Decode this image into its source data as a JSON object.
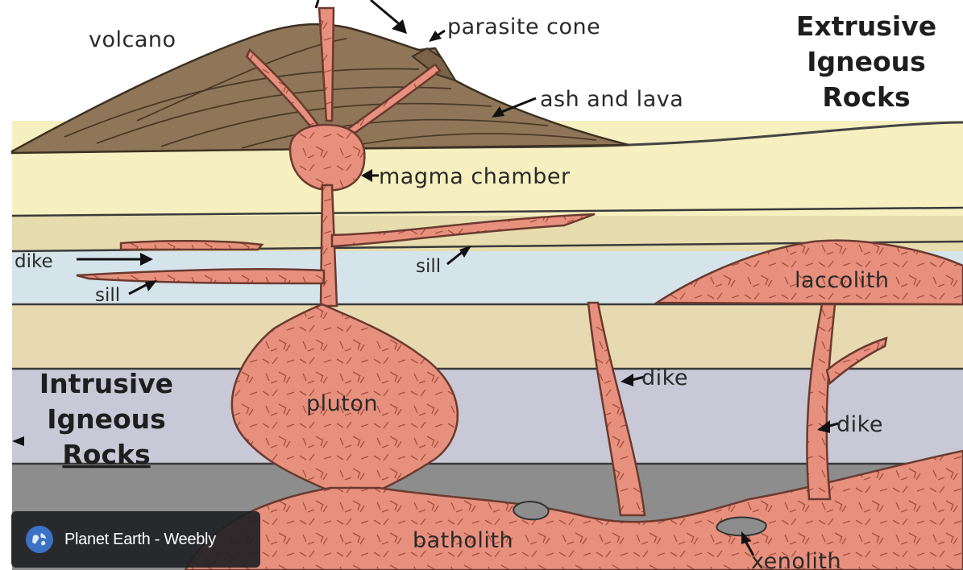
{
  "diagram": {
    "labels": {
      "volcano": "volcano",
      "parasite_cone": "parasite cone",
      "ash_and_lava": "ash and lava",
      "magma_chamber": "magma chamber",
      "dike_left": "dike",
      "sill_left": "sill",
      "sill_center": "sill",
      "laccolith": "laccolith",
      "dike_center": "dike",
      "dike_right": "dike",
      "pluton": "pluton",
      "batholith": "batholith",
      "xenolith": "xenolith"
    },
    "headings": {
      "extrusive": [
        "Extrusive",
        "Igneous",
        "Rocks"
      ],
      "intrusive": [
        "Intrusive",
        "Igneous",
        "Rocks"
      ]
    },
    "colors": {
      "rock_layer_cream": "#f6efc0",
      "rock_layer_tan": "#e6dcae",
      "rock_layer_blue": "#d4e4ea",
      "rock_layer_beige": "#e7d9b0",
      "rock_layer_lavender": "#c9c8d6",
      "rock_layer_gray": "#8d8d8d",
      "volcano_brown": "#8f7658",
      "magma_pink": "#e8907e"
    }
  },
  "source": {
    "text": "Planet Earth - Weebly",
    "icon": "globe-icon"
  }
}
